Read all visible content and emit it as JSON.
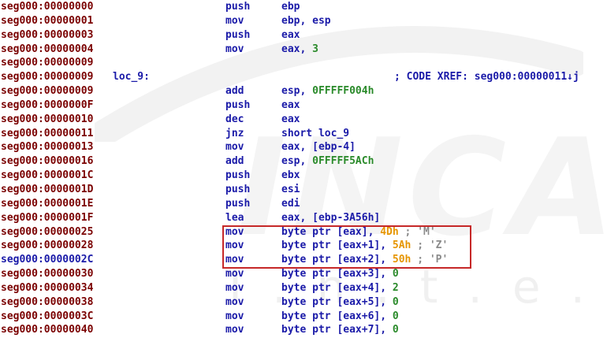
{
  "watermark": {
    "logo": "INCA",
    "subtitle": "I.n.t.e.r.n.e.t"
  },
  "lines": [
    {
      "addr": "seg000:00000000",
      "label": "",
      "mn": "push",
      "op": "ebp",
      "num": "",
      "cmt": ""
    },
    {
      "addr": "seg000:00000001",
      "label": "",
      "mn": "mov",
      "op": "ebp, esp",
      "num": "",
      "cmt": ""
    },
    {
      "addr": "seg000:00000003",
      "label": "",
      "mn": "push",
      "op": "eax",
      "num": "",
      "cmt": ""
    },
    {
      "addr": "seg000:00000004",
      "label": "",
      "mn": "mov",
      "op": "eax, ",
      "num": "3",
      "cmt": ""
    },
    {
      "addr": "seg000:00000009",
      "label": "",
      "mn": "",
      "op": "",
      "num": "",
      "cmt": ""
    },
    {
      "addr": "seg000:00000009",
      "label": "loc_9:",
      "mn": "",
      "op": "",
      "num": "",
      "cmt": "",
      "xref": "; CODE XREF: seg000:00000011↓j"
    },
    {
      "addr": "seg000:00000009",
      "label": "",
      "mn": "add",
      "op": "esp, ",
      "num": "0FFFFF004h",
      "cmt": ""
    },
    {
      "addr": "seg000:0000000F",
      "label": "",
      "mn": "push",
      "op": "eax",
      "num": "",
      "cmt": ""
    },
    {
      "addr": "seg000:00000010",
      "label": "",
      "mn": "dec",
      "op": "eax",
      "num": "",
      "cmt": ""
    },
    {
      "addr": "seg000:00000011",
      "label": "",
      "mn": "jnz",
      "op": "short loc_9",
      "num": "",
      "cmt": ""
    },
    {
      "addr": "seg000:00000013",
      "label": "",
      "mn": "mov",
      "op": "eax, [ebp-4]",
      "num": "",
      "cmt": ""
    },
    {
      "addr": "seg000:00000016",
      "label": "",
      "mn": "add",
      "op": "esp, ",
      "num": "0FFFFF5ACh",
      "cmt": ""
    },
    {
      "addr": "seg000:0000001C",
      "label": "",
      "mn": "push",
      "op": "ebx",
      "num": "",
      "cmt": ""
    },
    {
      "addr": "seg000:0000001D",
      "label": "",
      "mn": "push",
      "op": "esi",
      "num": "",
      "cmt": ""
    },
    {
      "addr": "seg000:0000001E",
      "label": "",
      "mn": "push",
      "op": "edi",
      "num": "",
      "cmt": ""
    },
    {
      "addr": "seg000:0000001F",
      "label": "",
      "mn": "lea",
      "op": "eax, [ebp-3A56h]",
      "num": "",
      "cmt": ""
    },
    {
      "addr": "seg000:00000025",
      "label": "",
      "mn": "mov",
      "op": "byte ptr [eax], ",
      "num": "4Dh",
      "cmt": " ; 'M'"
    },
    {
      "addr": "seg000:00000028",
      "label": "",
      "mn": "mov",
      "op": "byte ptr [eax+1], ",
      "num": "5Ah",
      "cmt": " ; 'Z'"
    },
    {
      "addr": "seg000:0000002C",
      "label": "",
      "mn": "mov",
      "op": "byte ptr [eax+2], ",
      "num": "50h",
      "cmt": " ; 'P'",
      "current": true
    },
    {
      "addr": "seg000:00000030",
      "label": "",
      "mn": "mov",
      "op": "byte ptr [eax+3], ",
      "num": "0",
      "cmt": ""
    },
    {
      "addr": "seg000:00000034",
      "label": "",
      "mn": "mov",
      "op": "byte ptr [eax+4], ",
      "num": "2",
      "cmt": ""
    },
    {
      "addr": "seg000:00000038",
      "label": "",
      "mn": "mov",
      "op": "byte ptr [eax+5], ",
      "num": "0",
      "cmt": ""
    },
    {
      "addr": "seg000:0000003C",
      "label": "",
      "mn": "mov",
      "op": "byte ptr [eax+6], ",
      "num": "0",
      "cmt": ""
    },
    {
      "addr": "seg000:00000040",
      "label": "",
      "mn": "mov",
      "op": "byte ptr [eax+7], ",
      "num": "0",
      "cmt": ""
    }
  ],
  "colors": {
    "address": "#7a0000",
    "current_address": "#1a1aa8",
    "code": "#1a1aa8",
    "number": "#2a8a2a",
    "highlight_box": "#c62828"
  }
}
